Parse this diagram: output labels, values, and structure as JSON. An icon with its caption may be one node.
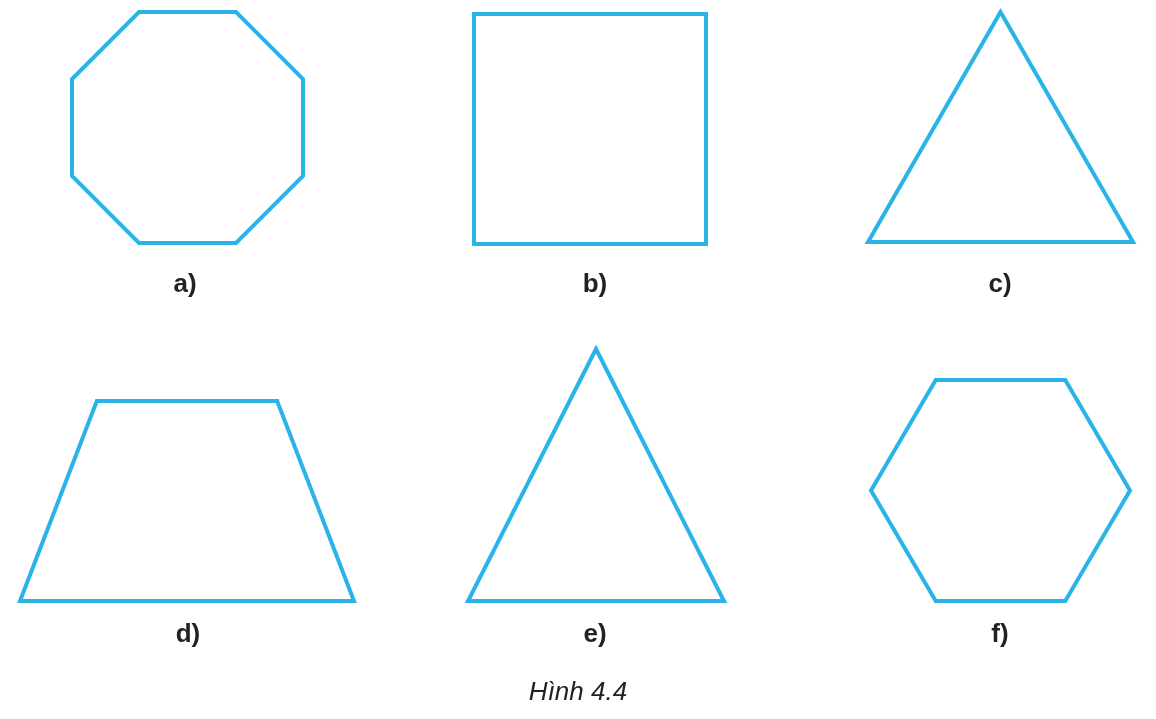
{
  "diagram": {
    "caption": "Hình 4.4",
    "nodes": [
      {
        "text": [],
        "shape": "octagon",
        "beside": [
          "a)"
        ]
      },
      {
        "text": [],
        "shape": "square",
        "beside": [
          "b)"
        ]
      },
      {
        "text": [],
        "shape": "triangle",
        "beside": [
          "c)"
        ]
      },
      {
        "text": [],
        "shape": "trapezoid",
        "beside": [
          "d)"
        ]
      },
      {
        "text": [],
        "shape": "triangle",
        "beside": [
          "e)"
        ]
      },
      {
        "text": [],
        "shape": "hexagon",
        "beside": [
          "f)"
        ]
      }
    ],
    "edges": []
  }
}
